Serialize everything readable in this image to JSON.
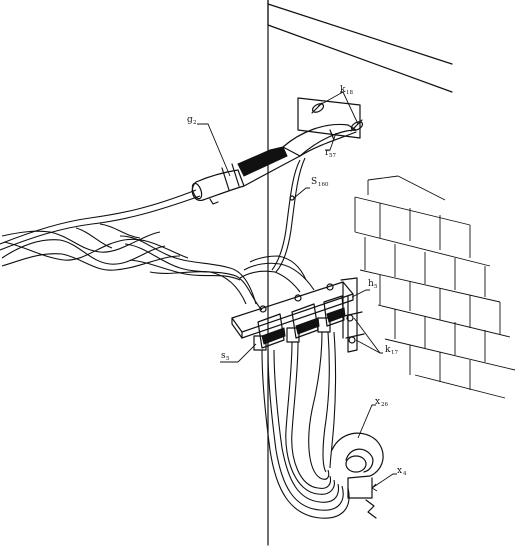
{
  "labels": {
    "k18": {
      "main": "k",
      "sub": "18"
    },
    "g2": {
      "main": "g",
      "sub": "2"
    },
    "r57": {
      "main": "r",
      "sub": "57"
    },
    "s160": {
      "main": "S",
      "sub": "160"
    },
    "h5": {
      "main": "h",
      "sub": "5"
    },
    "s5": {
      "main": "s",
      "sub": "5"
    },
    "k17": {
      "main": "k",
      "sub": "17"
    },
    "x26": {
      "main": "x",
      "sub": "26"
    },
    "x4": {
      "main": "x",
      "sub": "4"
    }
  }
}
